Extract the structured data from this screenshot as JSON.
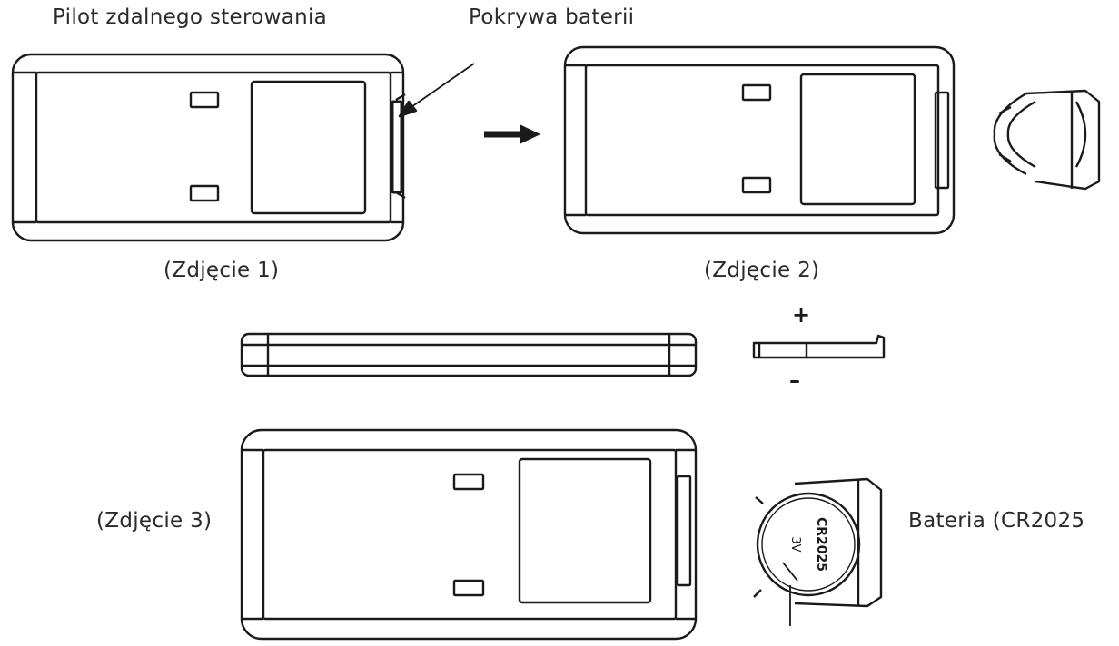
{
  "labels": {
    "remote": "Pilot zdalnego sterowania",
    "cover": "Pokrywa baterii",
    "photo1": "(Zdjęcie 1)",
    "photo2": "(Zdjęcie 2)",
    "photo3": "(Zdjęcie 3)",
    "battery": "Bateria (CR2025"
  },
  "polarity": {
    "plus": "+",
    "minus": "–"
  },
  "battery_marks": {
    "model": "CR2025",
    "voltage": "3V"
  },
  "colors": {
    "line": "#1a1a1a",
    "background": "#ffffff",
    "text": "#2a2a2a"
  }
}
